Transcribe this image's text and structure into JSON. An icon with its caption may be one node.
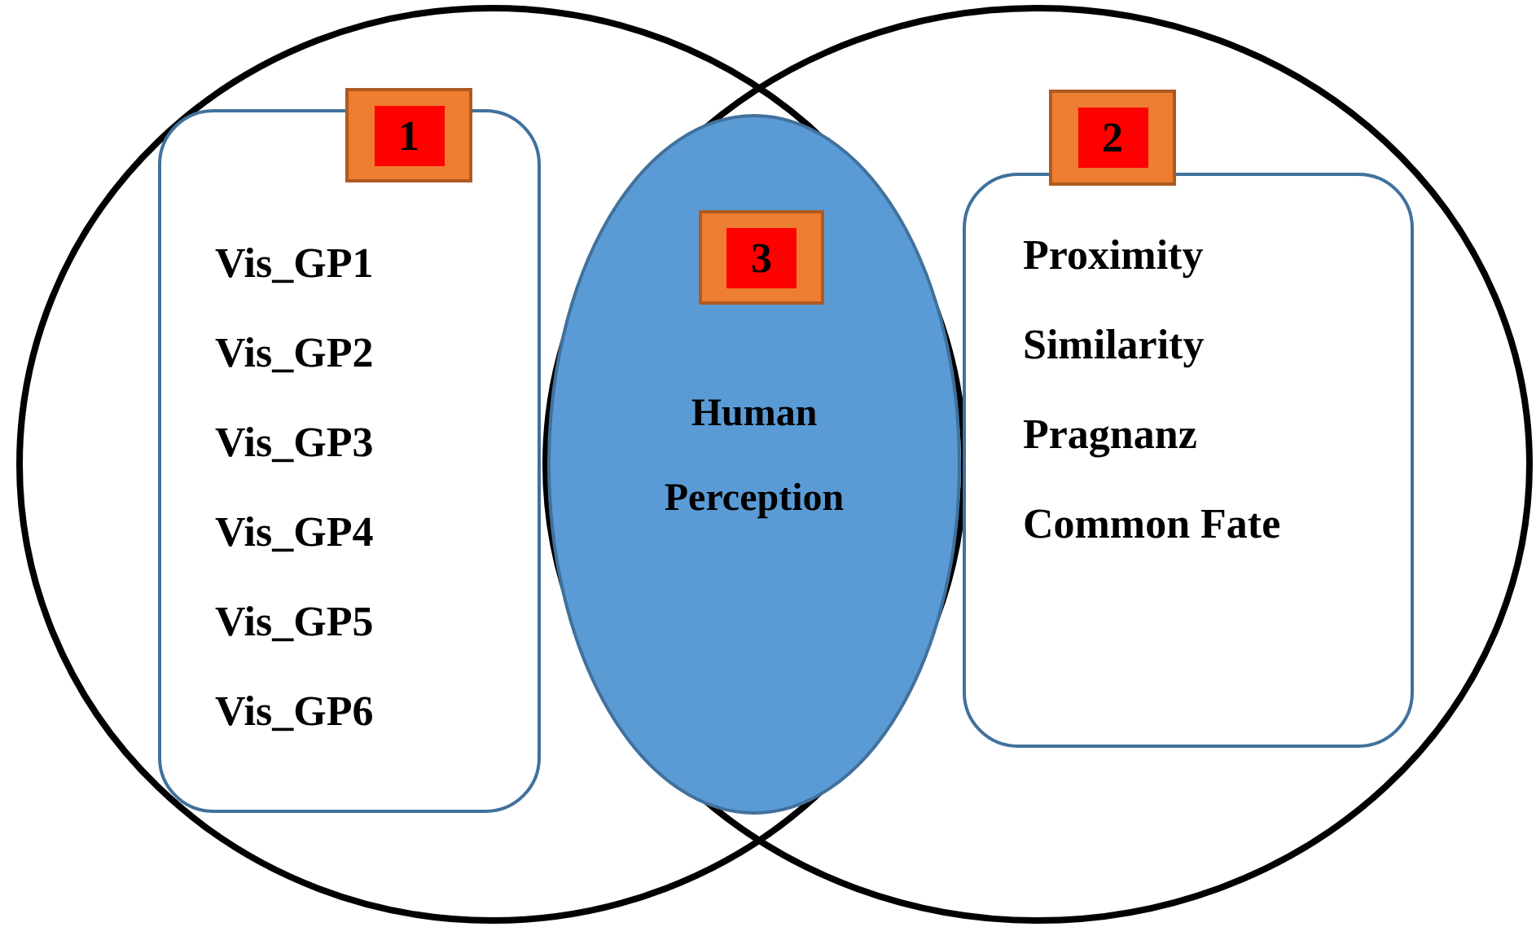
{
  "diagram": {
    "nodes": [
      {
        "text": [],
        "shape": "circle"
      },
      {
        "text": [
          "Vis_GP1",
          "Vis_GP2",
          "Vis_GP3",
          "Vis_GP4",
          "Vis_GP5",
          "Vis_GP6"
        ],
        "in": 0
      },
      {
        "text": [
          "1"
        ],
        "in": 0
      },
      {
        "text": [
          "Human Perception"
        ]
      },
      {
        "text": [
          "3"
        ],
        "in": 3
      },
      {
        "text": [],
        "shape": "circle"
      },
      {
        "text": [
          "2"
        ],
        "in": 5
      },
      {
        "text": [
          "Proximity",
          "Similarity",
          "Pragnanz",
          "Common Fate"
        ],
        "in": 5
      }
    ]
  }
}
